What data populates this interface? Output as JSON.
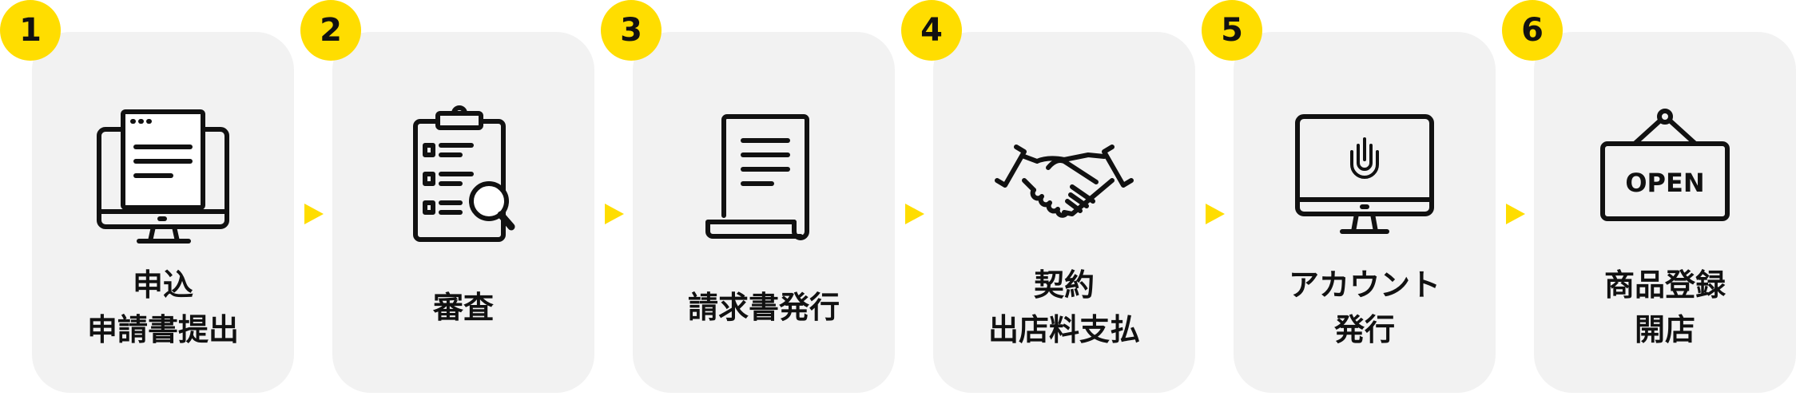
{
  "steps": [
    {
      "number": "1",
      "lines": [
        "申込",
        "申請書提出"
      ],
      "icon": "computer-document-icon"
    },
    {
      "number": "2",
      "lines": [
        "審査"
      ],
      "icon": "clipboard-search-icon"
    },
    {
      "number": "3",
      "lines": [
        "請求書発行"
      ],
      "icon": "invoice-scroll-icon"
    },
    {
      "number": "4",
      "lines": [
        "契約",
        "出店料支払"
      ],
      "icon": "handshake-icon"
    },
    {
      "number": "5",
      "lines": [
        "アカウント",
        "発行"
      ],
      "icon": "monitor-fingerprint-icon"
    },
    {
      "number": "6",
      "lines": [
        "商品登録",
        "開店"
      ],
      "icon": "open-sign-icon"
    }
  ],
  "open_sign_text": "OPEN",
  "colors": {
    "accent": "#ffdd00",
    "card": "#f2f2f2"
  }
}
